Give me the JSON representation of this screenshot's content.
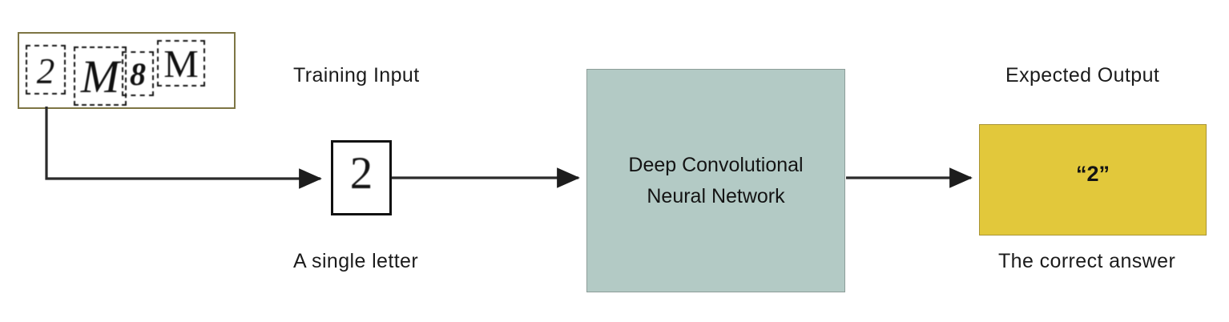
{
  "diagram": {
    "title_implicit": "Deep Convolutional Neural Network training pipeline",
    "background_color": "#ffffff"
  },
  "training_input": {
    "label": "Training Input",
    "strip_border_color": "#7d7544",
    "cell_border_style": "dashed",
    "glyphs": [
      {
        "char": "2",
        "name": "glyph-two"
      },
      {
        "char": "M",
        "name": "glyph-m-first"
      },
      {
        "char": "8",
        "name": "glyph-eight"
      },
      {
        "char": "M",
        "name": "glyph-m-second"
      }
    ]
  },
  "single_letter": {
    "glyph": "2",
    "caption": "A single letter",
    "border_color": "#111111"
  },
  "model": {
    "line1": "Deep Convolutional",
    "line2": "Neural Network",
    "fill_color": "#b3cac5",
    "border_color": "#8d9d99"
  },
  "output": {
    "label": "Expected Output",
    "value": "“2”",
    "caption": "The correct answer",
    "fill_color": "#e2c83b",
    "border_color": "#a89436"
  },
  "connectors": {
    "stroke_color": "#2b2b2b",
    "arrow_count": 3,
    "elbow_from": "training-input-first-glyph",
    "elbow_to": "single-letter-box"
  }
}
